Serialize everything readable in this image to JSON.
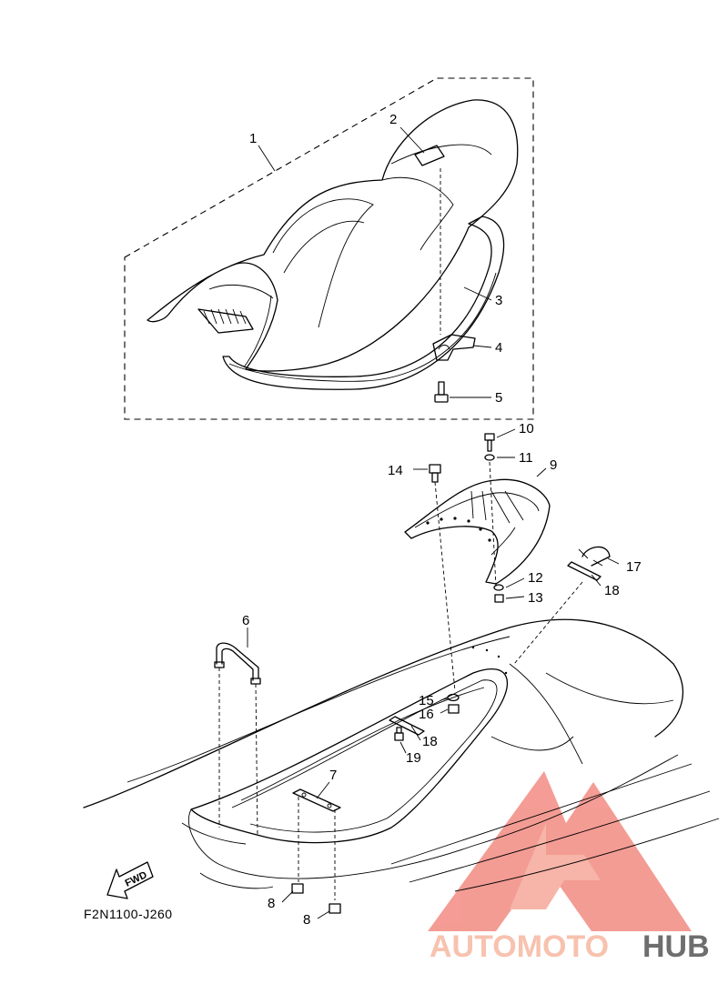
{
  "diagram": {
    "code": "F2N1100-J260",
    "fwd_label": "FWD",
    "callouts": [
      {
        "id": "c1",
        "label": "1"
      },
      {
        "id": "c2",
        "label": "2"
      },
      {
        "id": "c3",
        "label": "3"
      },
      {
        "id": "c4",
        "label": "4"
      },
      {
        "id": "c5",
        "label": "5"
      },
      {
        "id": "c6",
        "label": "6"
      },
      {
        "id": "c7",
        "label": "7"
      },
      {
        "id": "c8a",
        "label": "8"
      },
      {
        "id": "c8b",
        "label": "8"
      },
      {
        "id": "c9",
        "label": "9"
      },
      {
        "id": "c10",
        "label": "10"
      },
      {
        "id": "c11",
        "label": "11"
      },
      {
        "id": "c12",
        "label": "12"
      },
      {
        "id": "c13",
        "label": "13"
      },
      {
        "id": "c14",
        "label": "14"
      },
      {
        "id": "c15",
        "label": "15"
      },
      {
        "id": "c16",
        "label": "16"
      },
      {
        "id": "c17",
        "label": "17"
      },
      {
        "id": "c18a",
        "label": "18"
      },
      {
        "id": "c18b",
        "label": "18"
      },
      {
        "id": "c19",
        "label": "19"
      }
    ]
  },
  "watermark": {
    "part1": "AUTOMOTO",
    "part2": "HUB",
    "color_primary": "#f28b82",
    "color_secondary": "#f6b8a0",
    "color_dark": "#555555"
  }
}
